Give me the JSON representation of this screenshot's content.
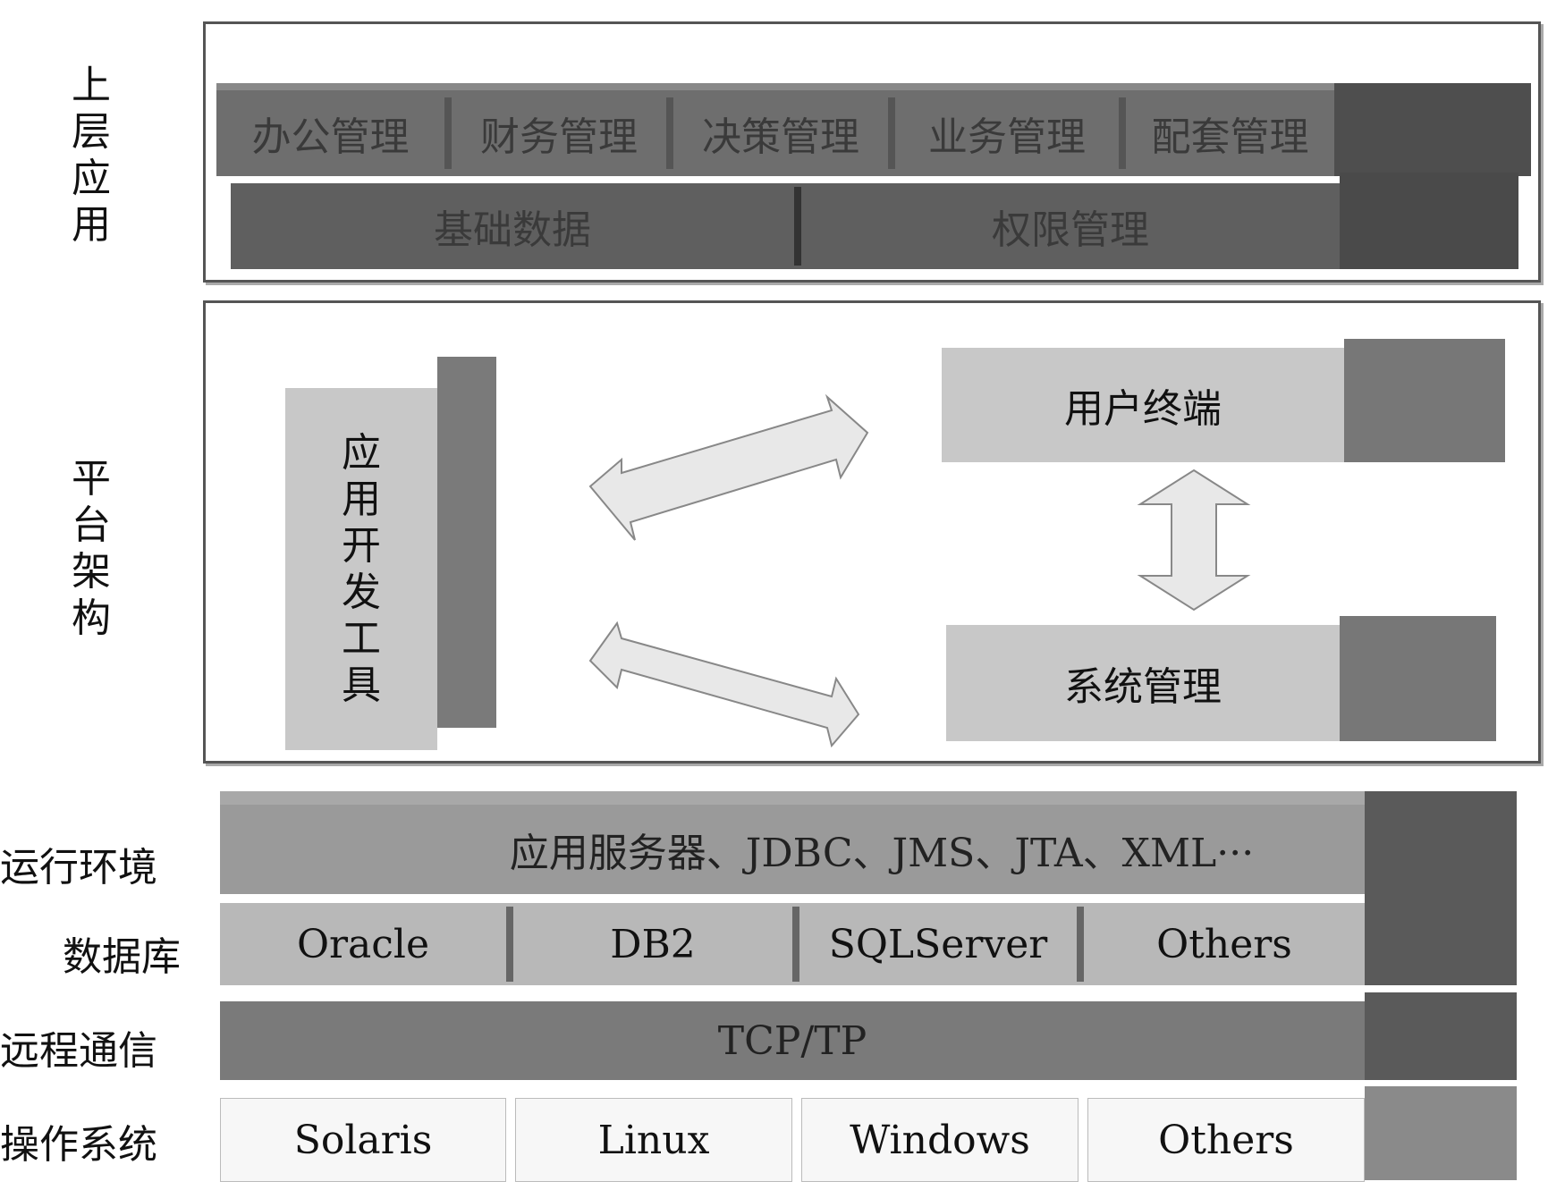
{
  "side_labels": {
    "upper_app": "上层应用",
    "platform": "平台架构",
    "runtime": "运行环境",
    "database": "数据库",
    "remote": "远程通信",
    "os": "操作系统"
  },
  "upper_app": {
    "row1": [
      "办公管理",
      "财务管理",
      "决策管理",
      "业务管理",
      "配套管理"
    ],
    "row2": [
      "基础数据",
      "权限管理"
    ]
  },
  "platform": {
    "dev_tools": "应用开发工具",
    "user_terminal": "用户终端",
    "system_mgmt": "系统管理"
  },
  "runtime": {
    "text": "应用服务器、JDBC、JMS、JTA、XML···"
  },
  "database": {
    "items": [
      "Oracle",
      "DB2",
      "SQLServer",
      "Others"
    ]
  },
  "remote": {
    "text": "TCP/TP"
  },
  "os": {
    "items": [
      "Solaris",
      "Linux",
      "Windows",
      "Others"
    ]
  }
}
